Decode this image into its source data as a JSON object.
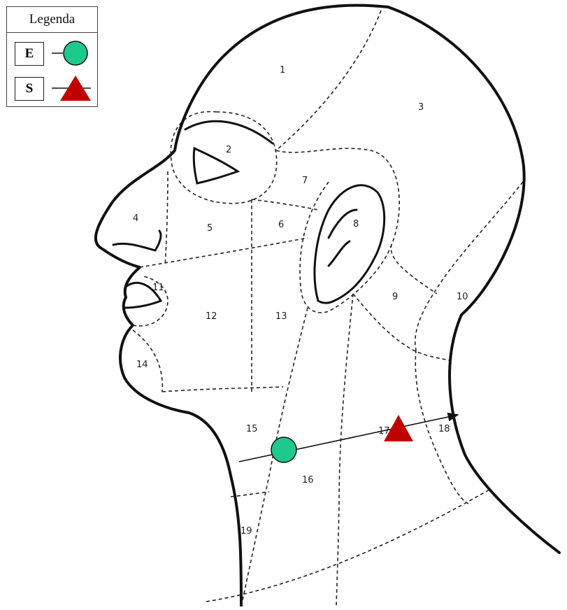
{
  "legend": {
    "title": "Legenda",
    "items": [
      {
        "key": "E",
        "marker": "circle",
        "color": "#1ec98c"
      },
      {
        "key": "S",
        "marker": "triangle",
        "color": "#c00000"
      }
    ]
  },
  "zones": [
    "1",
    "2",
    "3",
    "4",
    "5",
    "6",
    "7",
    "8",
    "9",
    "10",
    "11",
    "12",
    "13",
    "14",
    "15",
    "16",
    "17",
    "18",
    "19"
  ],
  "path": {
    "entry_marker": "circle",
    "entry_color": "#1ec98c",
    "exit_marker": "triangle",
    "exit_color": "#c00000",
    "arrow_color": "#111111"
  }
}
